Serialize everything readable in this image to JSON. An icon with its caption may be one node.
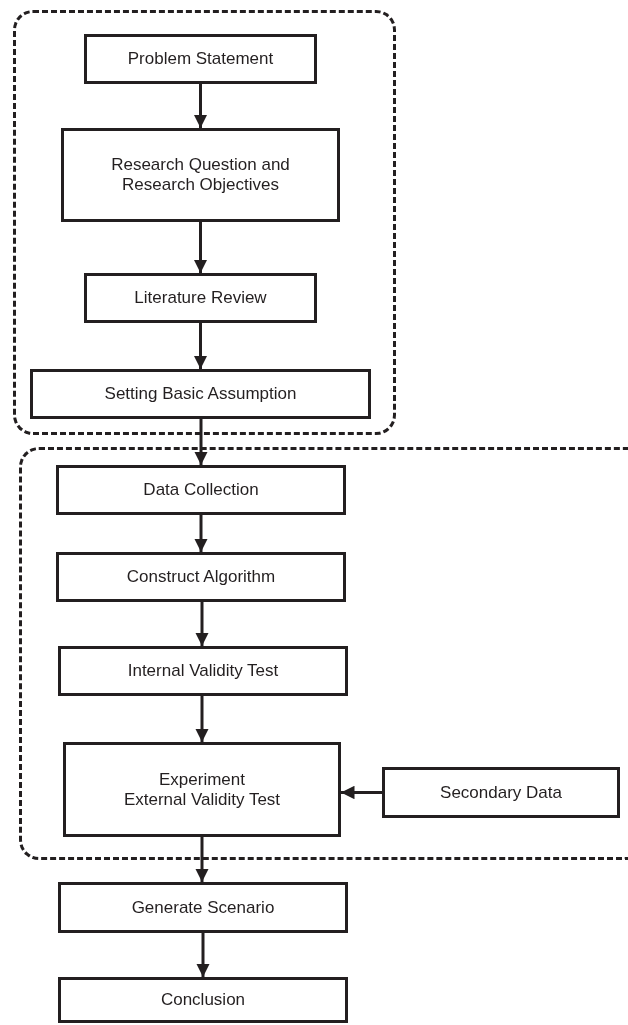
{
  "diagram": {
    "nodes": [
      {
        "text": [],
        "shape": "box"
      },
      {
        "text": [
          "Problem Statement"
        ],
        "in": 0
      },
      {
        "text": [
          "Research Question and Research Objectives"
        ],
        "in": 0
      },
      {
        "text": [
          "Literature Review"
        ],
        "in": 0
      },
      {
        "text": [
          "Setting Basic Assumption"
        ],
        "in": 0
      },
      {
        "text": [],
        "shape": "box"
      },
      {
        "text": [
          "Data Collection"
        ],
        "in": 5
      },
      {
        "text": [
          "Construct Algorithm"
        ],
        "in": 5
      },
      {
        "text": [
          "Internal Validity Test"
        ],
        "in": 5
      },
      {
        "text": [
          "Experiment",
          "External Validity Test"
        ],
        "in": 5
      },
      {
        "text": [
          "Secondary Data"
        ],
        "in": 5
      },
      {
        "text": [
          "Generate Scenario"
        ]
      },
      {
        "text": [
          "Conclusion"
        ]
      }
    ],
    "edges": [
      {
        "from": 1,
        "to": 2,
        "arrow": "to"
      },
      {
        "from": 2,
        "to": 3,
        "arrow": "to"
      },
      {
        "from": 3,
        "to": 4,
        "arrow": "to"
      },
      {
        "from": 4,
        "to": 6,
        "arrow": "to"
      },
      {
        "from": 6,
        "to": 7,
        "arrow": "to"
      },
      {
        "from": 7,
        "to": 8,
        "arrow": "to"
      },
      {
        "from": 8,
        "to": 9,
        "arrow": "to"
      },
      {
        "from": 10,
        "to": 9,
        "arrow": "to"
      },
      {
        "from": 9,
        "to": 11,
        "arrow": "to"
      },
      {
        "from": 11,
        "to": 12,
        "arrow": "to"
      }
    ]
  }
}
